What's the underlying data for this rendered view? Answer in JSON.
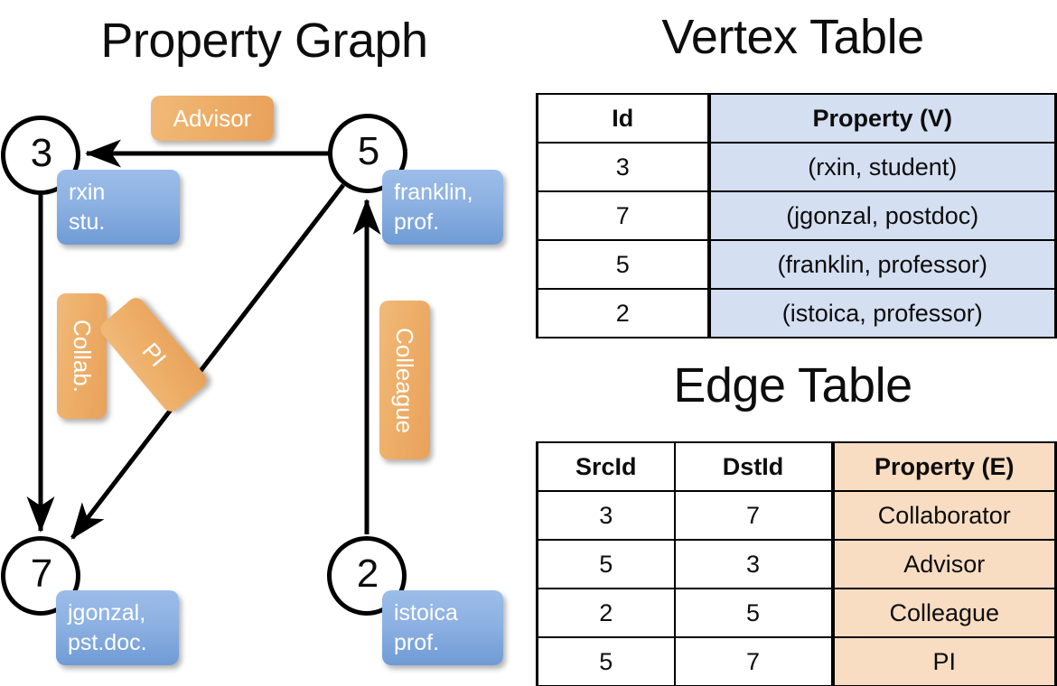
{
  "titles": {
    "property_graph": "Property Graph",
    "vertex_table": "Vertex Table",
    "edge_table": "Edge Table"
  },
  "colors": {
    "vertex_property_fill": "#d4dff1",
    "edge_property_fill": "#f8ddc2",
    "node_box_fill": "#8db1e2",
    "edge_label_fill": "#eeb06a",
    "stroke": "#000000",
    "background": "#ffffff"
  },
  "graph": {
    "nodes": [
      {
        "id": "3",
        "box_lines": [
          "rxin",
          "stu."
        ]
      },
      {
        "id": "5",
        "box_lines": [
          "franklin,",
          "prof."
        ]
      },
      {
        "id": "7",
        "box_lines": [
          "jgonzal,",
          "pst.doc."
        ]
      },
      {
        "id": "2",
        "box_lines": [
          "istoica",
          "prof."
        ]
      }
    ],
    "edge_labels": [
      {
        "label": "Advisor",
        "orientation": "horizontal"
      },
      {
        "label": "Collab.",
        "orientation": "vertical"
      },
      {
        "label": "PI",
        "orientation": "diagonal"
      },
      {
        "label": "Colleague",
        "orientation": "vertical"
      }
    ],
    "edges": [
      {
        "src": "5",
        "dst": "3",
        "label": "Advisor"
      },
      {
        "src": "3",
        "dst": "7",
        "label": "Collab."
      },
      {
        "src": "5",
        "dst": "7",
        "label": "PI"
      },
      {
        "src": "2",
        "dst": "5",
        "label": "Colleague"
      }
    ]
  },
  "vertex_table": {
    "headers": [
      "Id",
      "Property (V)"
    ],
    "rows": [
      {
        "id": "3",
        "property": "(rxin, student)"
      },
      {
        "id": "7",
        "property": "(jgonzal, postdoc)"
      },
      {
        "id": "5",
        "property": "(franklin, professor)"
      },
      {
        "id": "2",
        "property": "(istoica, professor)"
      }
    ]
  },
  "edge_table": {
    "headers": [
      "SrcId",
      "DstId",
      "Property (E)"
    ],
    "rows": [
      {
        "src": "3",
        "dst": "7",
        "property": "Collaborator"
      },
      {
        "src": "5",
        "dst": "3",
        "property": "Advisor"
      },
      {
        "src": "2",
        "dst": "5",
        "property": "Colleague"
      },
      {
        "src": "5",
        "dst": "7",
        "property": "PI"
      }
    ]
  }
}
